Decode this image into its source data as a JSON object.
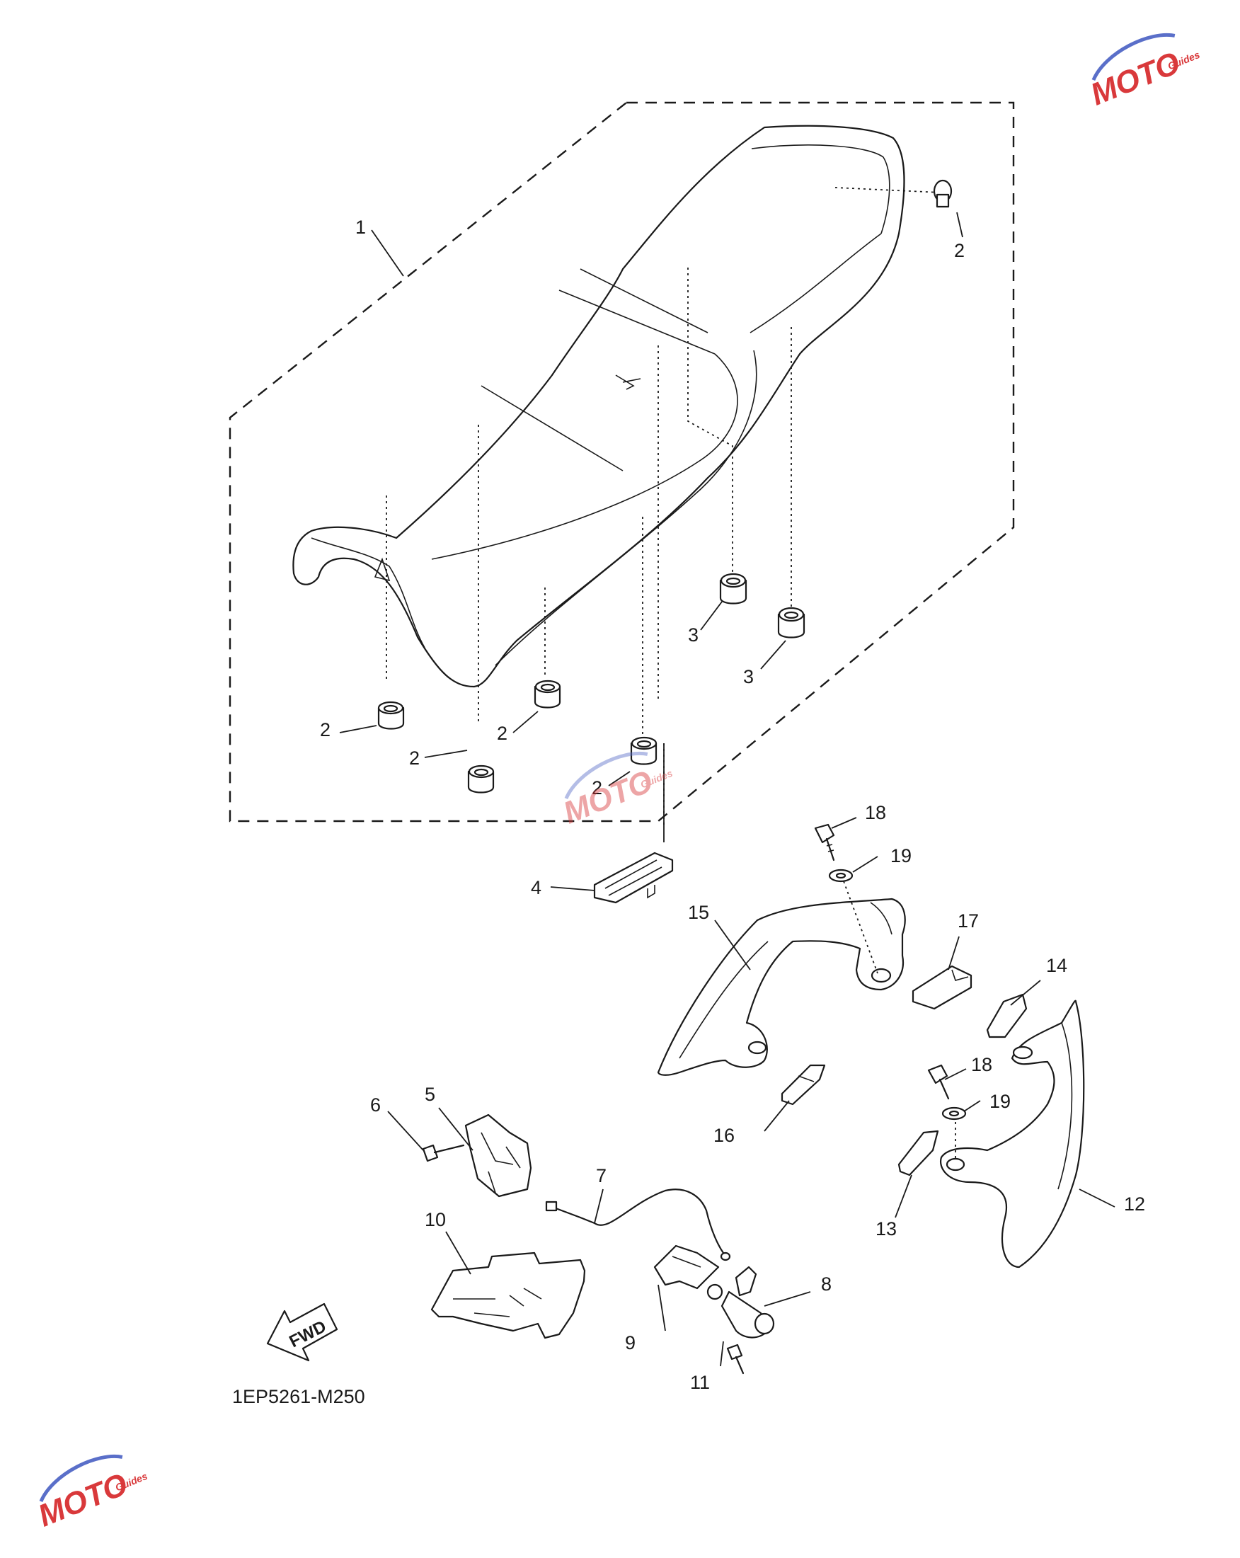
{
  "diagram": {
    "code": "1EP5261-M250",
    "direction_label": "FWD",
    "callouts": [
      "1",
      "2",
      "2",
      "2",
      "2",
      "2",
      "2",
      "3",
      "3",
      "4",
      "5",
      "6",
      "7",
      "8",
      "9",
      "10",
      "11",
      "12",
      "13",
      "14",
      "15",
      "16",
      "17",
      "18",
      "18",
      "19",
      "19"
    ]
  },
  "watermark": {
    "logo_text": "MOTO",
    "tagline": "Guides",
    "colors": {
      "red": "#d9393b",
      "blue": "#5a6fc9"
    }
  }
}
